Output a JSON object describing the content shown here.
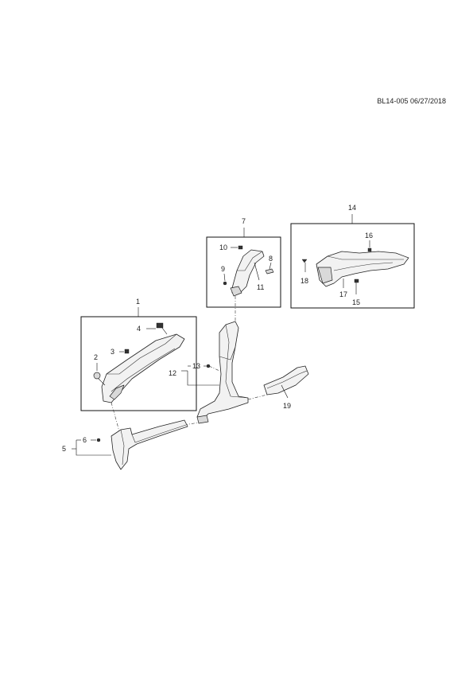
{
  "document": {
    "code": "BL14-005 06/27/2018"
  },
  "callouts": {
    "c1": "1",
    "c2": "2",
    "c3": "3",
    "c4": "4",
    "c5": "5",
    "c6": "6",
    "c7": "7",
    "c8": "8",
    "c9": "9",
    "c10": "10",
    "c11": "11",
    "c12": "12",
    "c13": "13",
    "c14": "14",
    "c15": "15",
    "c16": "16",
    "c17": "17",
    "c18": "18",
    "c19": "19"
  }
}
